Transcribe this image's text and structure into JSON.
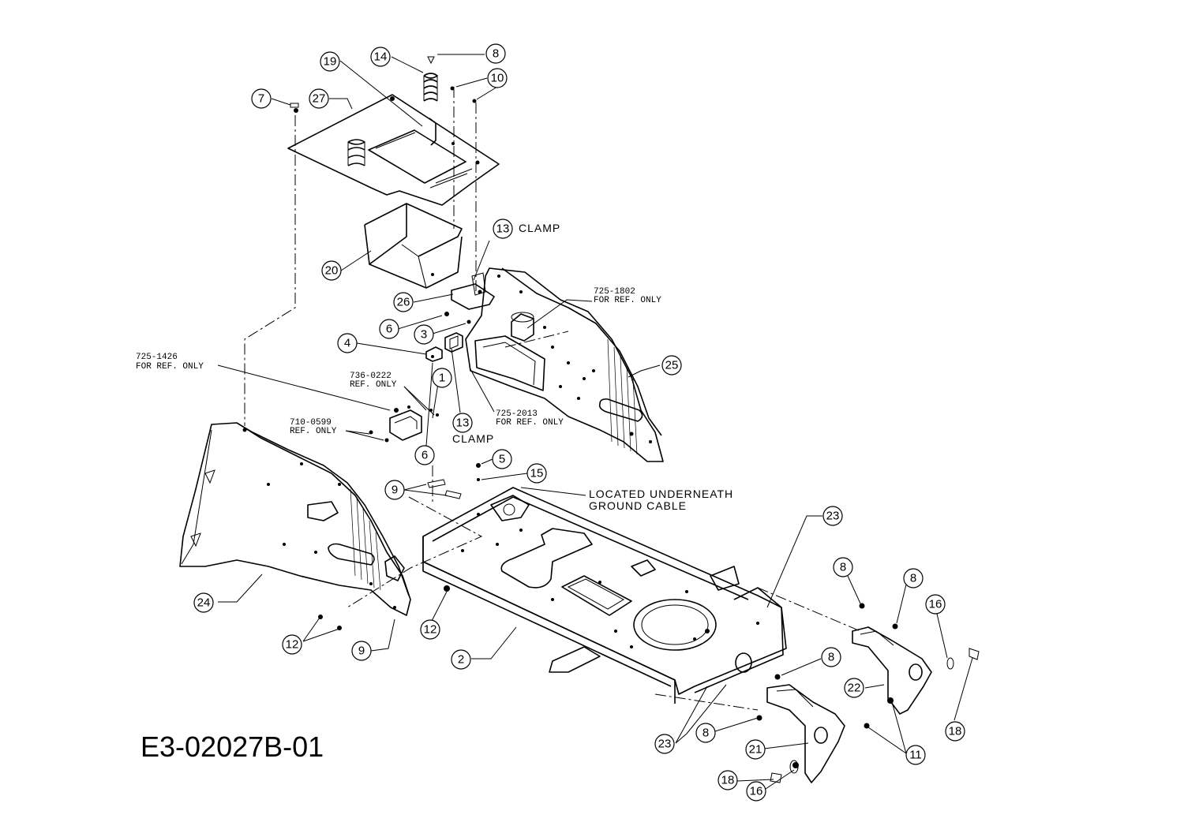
{
  "drawing": {
    "code": "E3-02027B-01",
    "callouts": {
      "c1": "1",
      "c2": "2",
      "c3": "3",
      "c4": "4",
      "c5": "5",
      "c6a": "6",
      "c6b": "6",
      "c7": "7",
      "c8top": "8",
      "c8r1": "8",
      "c8r2": "8",
      "c8r3": "8",
      "c8r4": "8",
      "c9a": "9",
      "c9b": "9",
      "c10": "10",
      "c11": "11",
      "c12a": "12",
      "c12b": "12",
      "c13a": "13",
      "c13b": "13",
      "c14": "14",
      "c15": "15",
      "c16a": "16",
      "c16b": "16",
      "c18a": "18",
      "c18b": "18",
      "c19": "19",
      "c20": "20",
      "c21": "21",
      "c22": "22",
      "c23a": "23",
      "c23b": "23",
      "c24": "24",
      "c25": "25",
      "c26": "26",
      "c27": "27"
    },
    "notes": {
      "clamp_top": "CLAMP",
      "clamp_bottom": "CLAMP",
      "ref1802_a": "725-1802",
      "ref1802_b": "FOR REF. ONLY",
      "ref1426_a": "725-1426",
      "ref1426_b": "FOR REF. ONLY",
      "ref0222_a": "736-0222",
      "ref0222_b": "REF. ONLY",
      "ref0599_a": "710-0599",
      "ref0599_b": "REF. ONLY",
      "ref2013_a": "725-2013",
      "ref2013_b": "FOR REF. ONLY",
      "located_a": "LOCATED UNDERNEATH",
      "located_b": "GROUND CABLE"
    }
  }
}
